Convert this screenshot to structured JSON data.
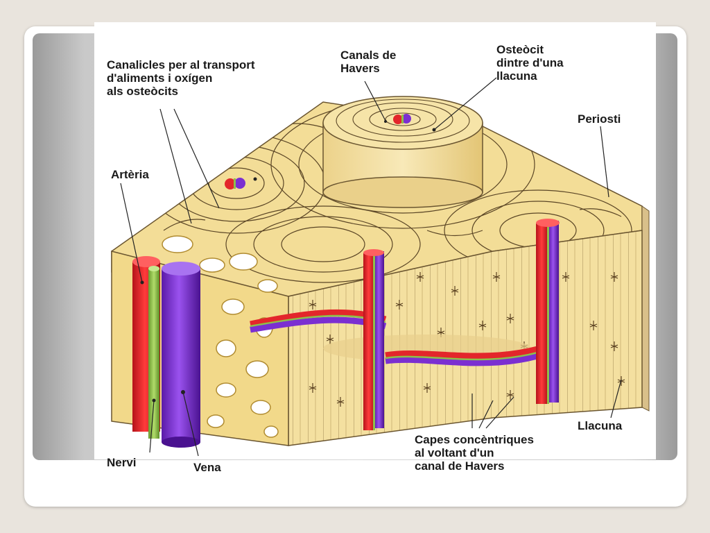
{
  "labels": {
    "canalicles": "Canalicles per al transport\nd'aliments i oxígen\nals osteòcits",
    "canals_havers": "Canals de\nHavers",
    "osteocit": "Osteòcit\ndintre d'una\nllacuna",
    "periosti": "Periosti",
    "arteria": "Artèria",
    "nervi": "Nervi",
    "vena": "Vena",
    "llacuna": "Llacuna",
    "capes": "Capes concèntriques\nal voltant d'un\ncanal de Havers"
  },
  "colors": {
    "bone": "#f2dc94",
    "bone_dark": "#e6c56a",
    "artery": "#e3262b",
    "vein": "#7b2fd1",
    "nerve": "#8dc04a",
    "background": "#e9e4dd"
  }
}
